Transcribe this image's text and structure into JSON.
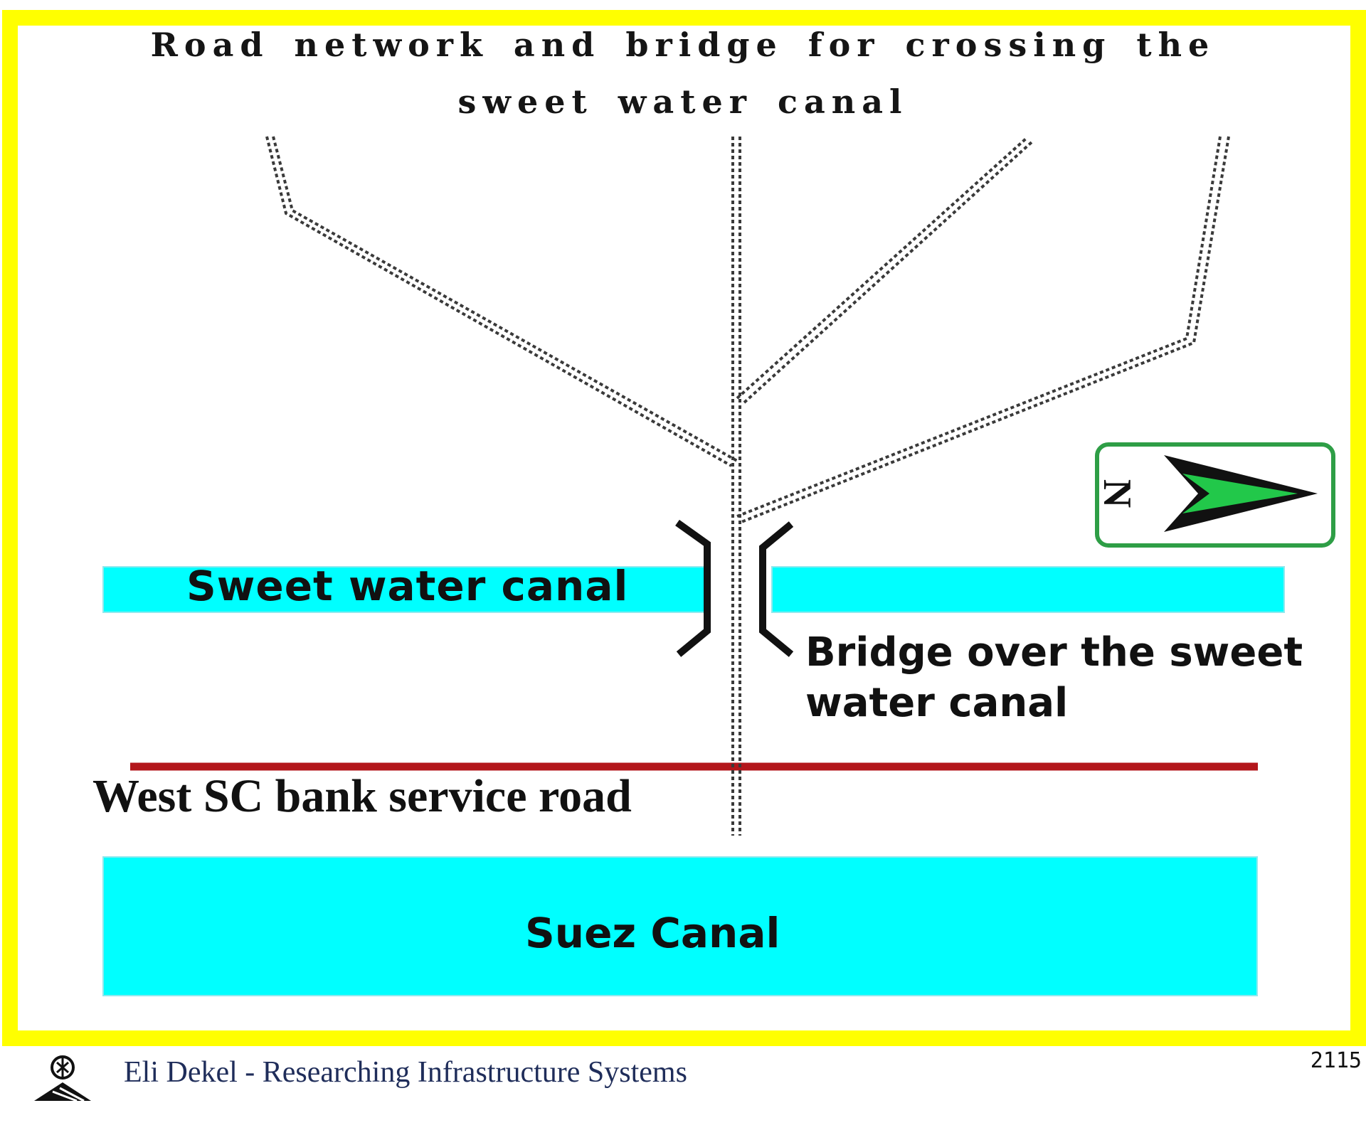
{
  "title": {
    "line1": "Road network and bridge for crossing the",
    "line2": "sweet water canal"
  },
  "labels": {
    "sweet_water_canal": "Sweet water canal",
    "bridge": [
      "Bridge over the sweet",
      "water canal"
    ],
    "west_service_road": "West SC bank service road",
    "suez_canal": "Suez Canal"
  },
  "north_arrow": {
    "letter": "N"
  },
  "footer": {
    "credit": "Eli Dekel - Researching Infrastructure Systems",
    "page_number": "2115"
  },
  "colors": {
    "frame": "#ffff00",
    "water": "#00ffff",
    "service_road": "#b3161b",
    "compass_border": "#2e9e46",
    "compass_arrow": "#22c84a",
    "footer_text": "#1f2d5a"
  },
  "icons": {
    "compass": "north-arrow-icon",
    "logo": "author-logo-icon",
    "bridge": "bridge-symbol-icon"
  }
}
